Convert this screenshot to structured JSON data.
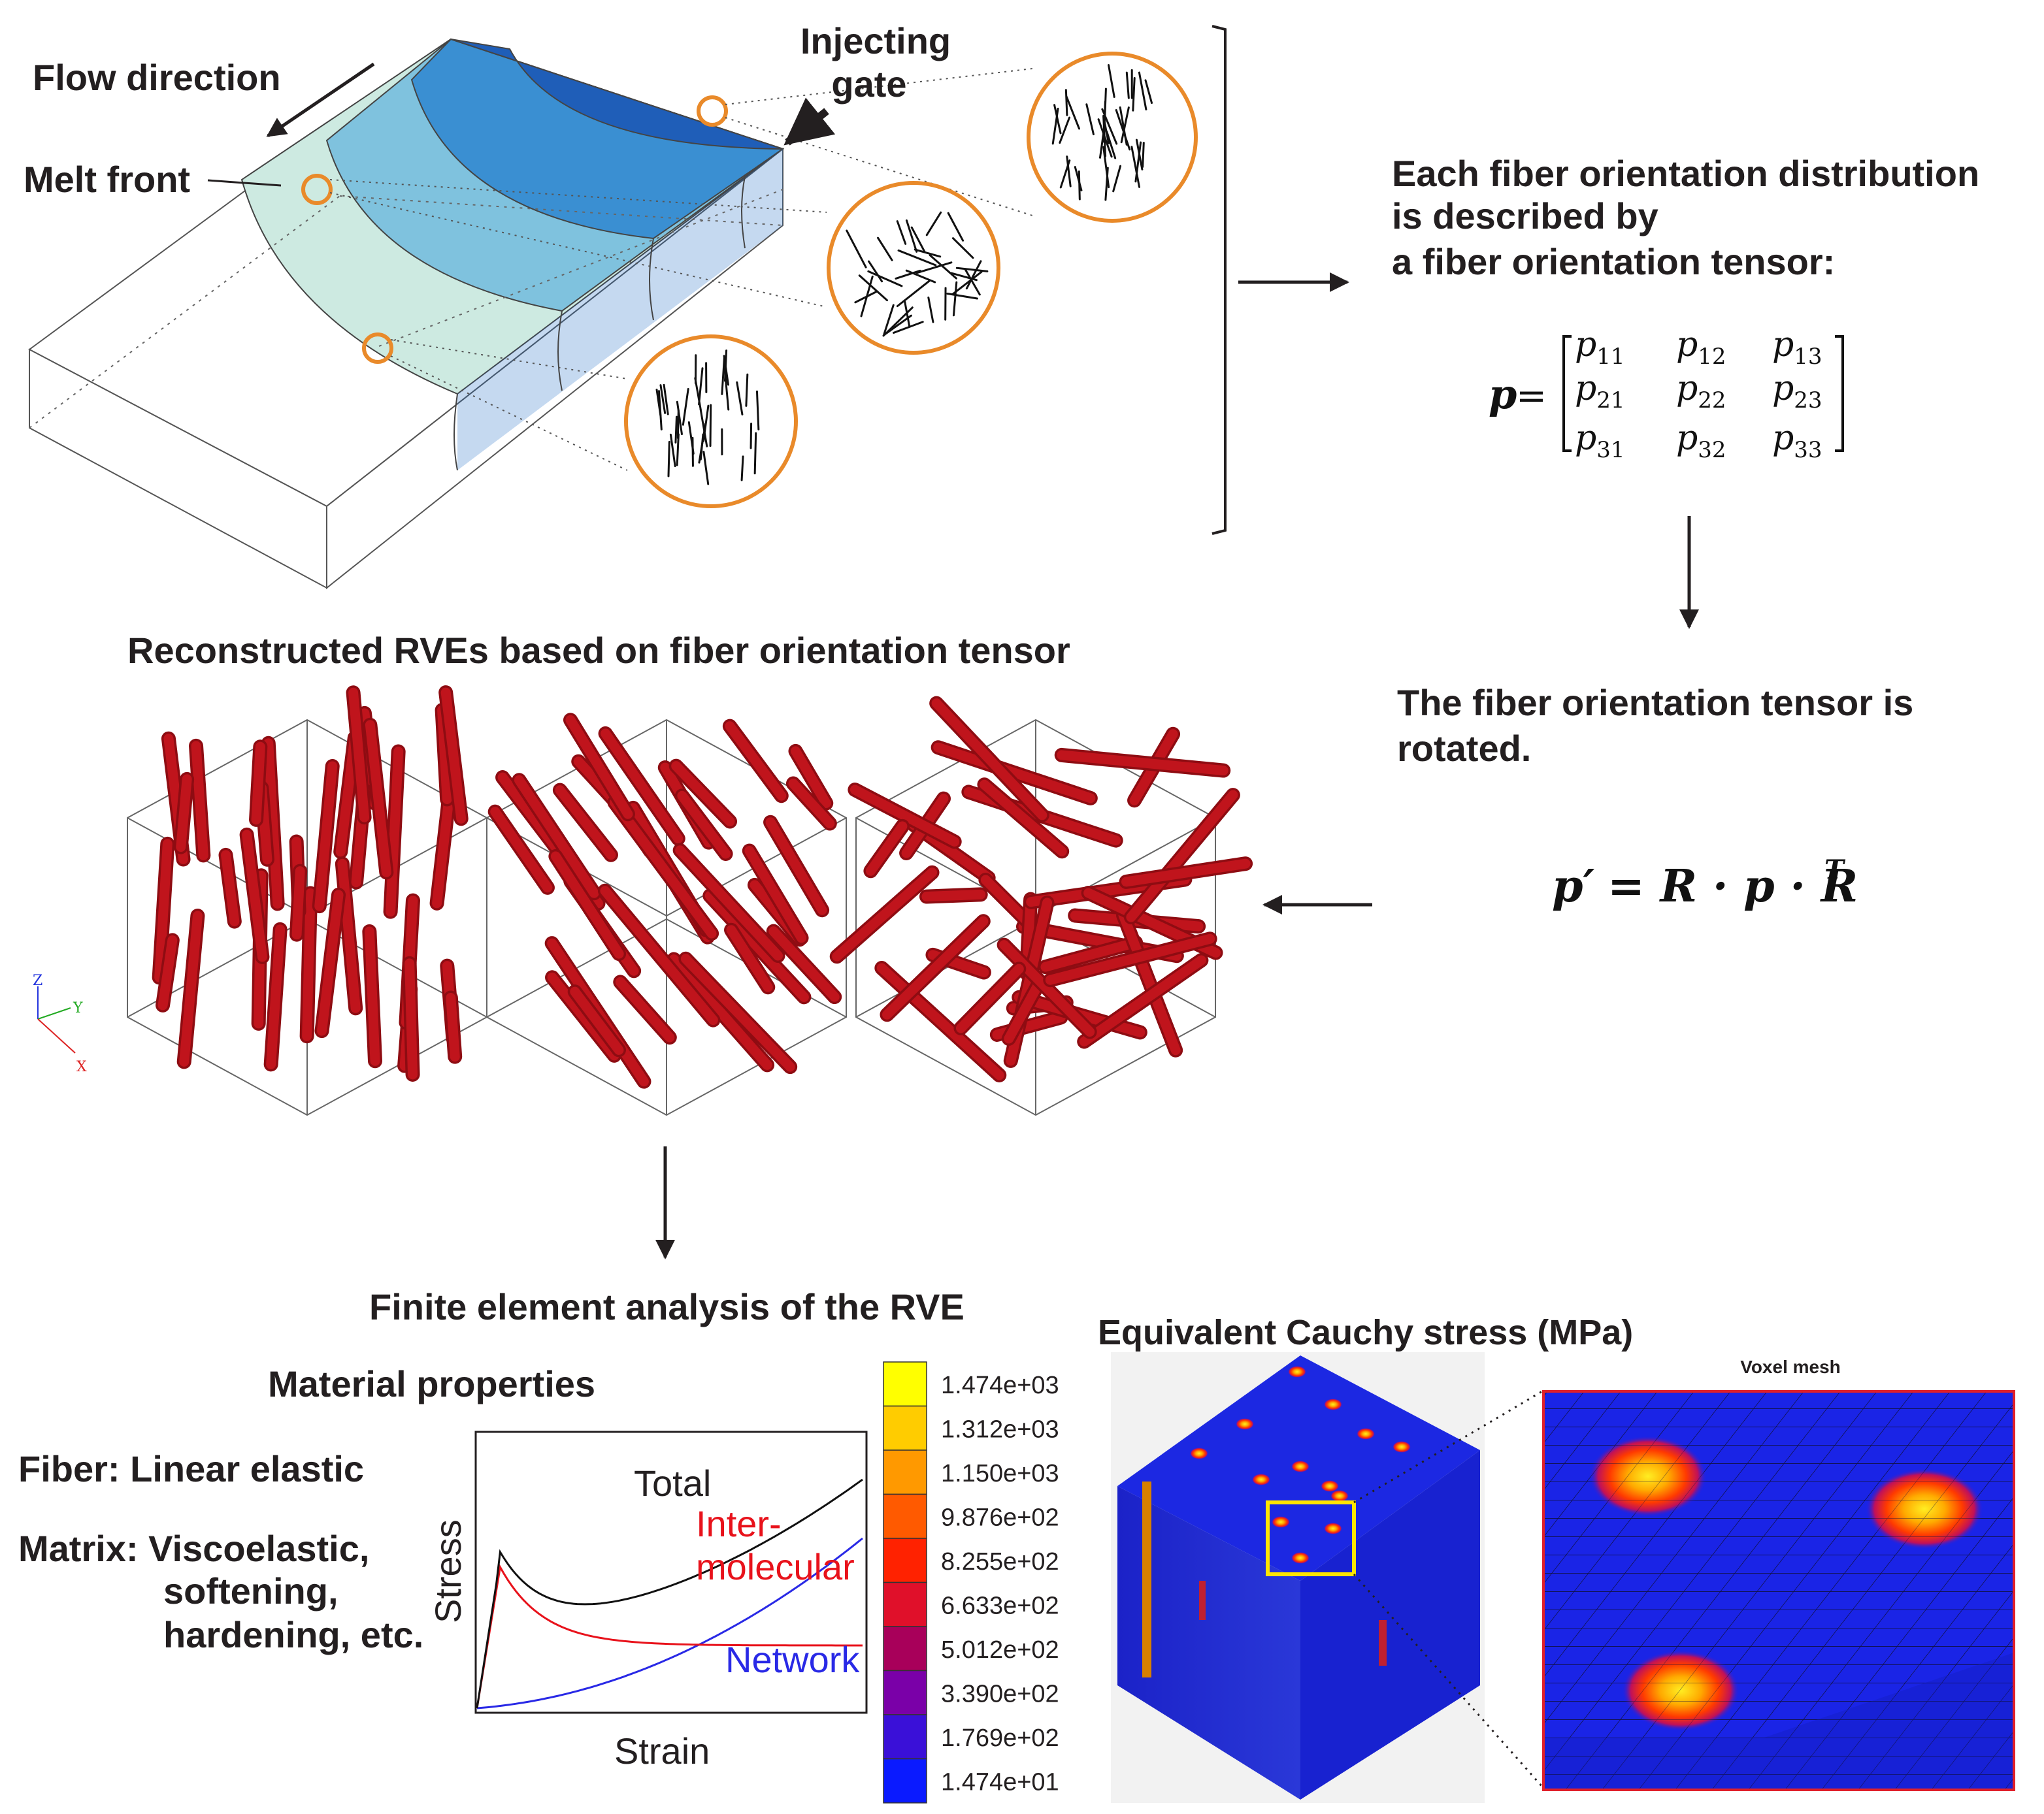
{
  "top": {
    "flow_direction": "Flow  direction",
    "injecting_gate_line1": "Injecting",
    "injecting_gate_line2": "gate",
    "melt_front": "Melt front"
  },
  "description": {
    "line1": "Each fiber orientation distribution",
    "line2": "is described by",
    "line3": "a fiber orientation tensor:"
  },
  "tensor": {
    "symbol": "p",
    "equals": "=",
    "entries": [
      [
        "p11",
        "p12",
        "p13"
      ],
      [
        "p21",
        "p22",
        "p23"
      ],
      [
        "p31",
        "p32",
        "p33"
      ]
    ]
  },
  "rotation": {
    "line1": "The fiber orientation tensor is",
    "line2": "rotated.",
    "equation_lhs": "p′",
    "equation_rhs": "= R · p · R",
    "equation_sup": "T"
  },
  "rves": {
    "title": "Reconstructed RVEs based on fiber orientation tensor",
    "axes": {
      "z": "Z",
      "y": "Y",
      "x": "X"
    }
  },
  "fea": {
    "title": "Finite element analysis of the RVE",
    "material_title": "Material properties",
    "fiber": "Fiber: Linear elastic",
    "matrix_line1": "Matrix: Viscoelastic,",
    "matrix_line2": "softening,",
    "matrix_line3": "hardening, etc."
  },
  "chart_data": {
    "type": "line",
    "xlabel": "Strain",
    "ylabel": "Stress",
    "series": [
      {
        "name": "Total",
        "color": "#111111"
      },
      {
        "name": "Inter-\nmolecular",
        "color": "#e8121b"
      },
      {
        "name": "Network",
        "color": "#2929e6"
      }
    ],
    "labels": {
      "total": "Total",
      "inter1": "Inter-",
      "inter2": "molecular",
      "network": "Network"
    }
  },
  "stress": {
    "title": "Equivalent Cauchy stress (MPa)",
    "voxel_title": "Voxel mesh",
    "colorbar": [
      {
        "value": "1.474e+03",
        "color": "#ffff00"
      },
      {
        "value": "1.312e+03",
        "color": "#ffcc00"
      },
      {
        "value": "1.150e+03",
        "color": "#ff9900"
      },
      {
        "value": "9.876e+02",
        "color": "#ff5a00"
      },
      {
        "value": "8.255e+02",
        "color": "#ff2200"
      },
      {
        "value": "6.633e+02",
        "color": "#e0102a"
      },
      {
        "value": "5.012e+02",
        "color": "#a8005a"
      },
      {
        "value": "3.390e+02",
        "color": "#7a00a8"
      },
      {
        "value": "1.769e+02",
        "color": "#3a10d8"
      },
      {
        "value": "1.474e+01",
        "color": "#0a1aff"
      }
    ]
  },
  "colors": {
    "orange": "#e98a2a",
    "fiber_red": "#c0141c",
    "blue_dark": "#1f5eb8",
    "blue_light": "#cfeae2"
  }
}
